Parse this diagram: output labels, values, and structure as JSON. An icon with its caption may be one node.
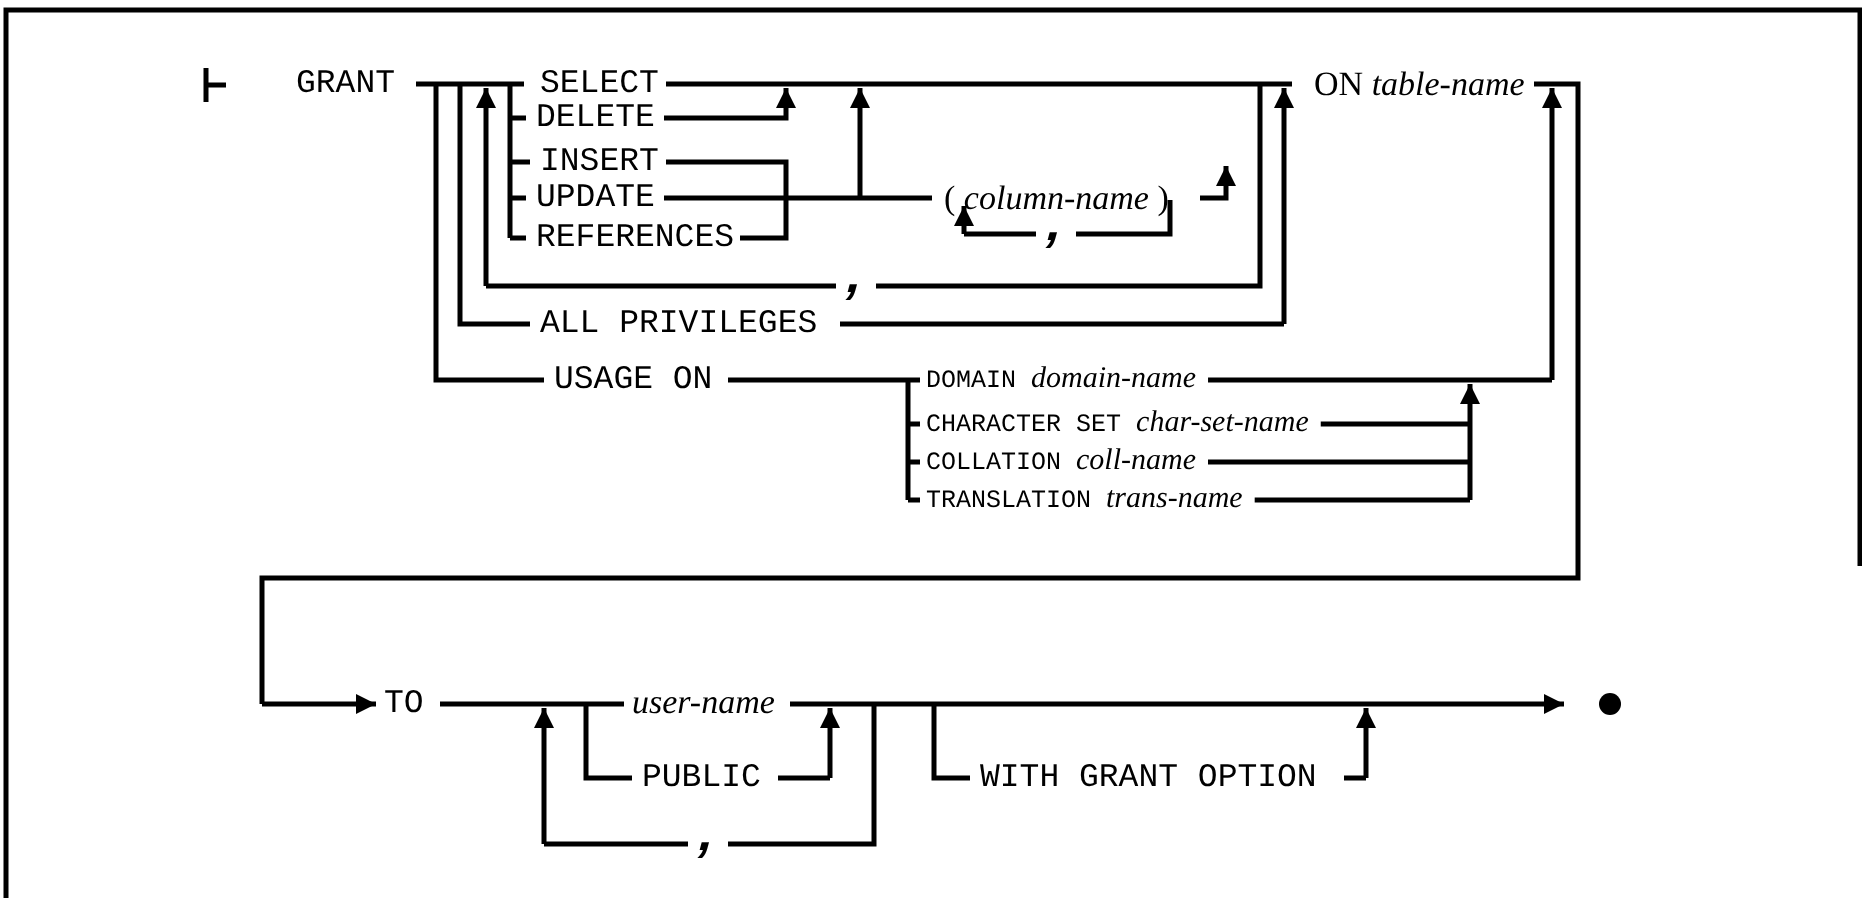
{
  "diagram": {
    "labels": [
      "GRANT",
      "SELECT",
      "ON *table-name*",
      "DELETE",
      "INSERT",
      "UPDATE",
      "( *column-name* )",
      "REFERENCES",
      ",",
      ",",
      "ALL PRIVILEGES",
      "USAGE ON",
      "DOMAIN *domain-name*",
      "CHARACTER SET *char-set-name*",
      "COLLATION *coll-name*",
      "TRANSLATION *trans-name*",
      "TO",
      "user-name",
      "PUBLIC",
      "WITH GRANT OPTION",
      ","
    ]
  }
}
